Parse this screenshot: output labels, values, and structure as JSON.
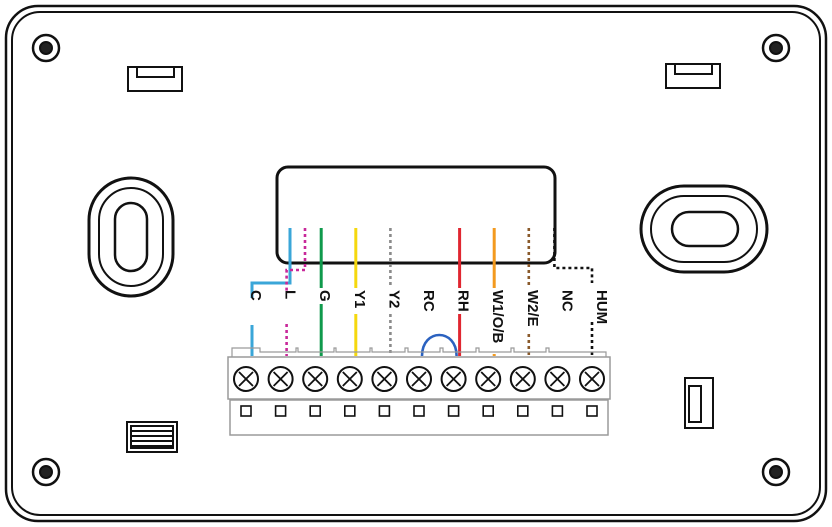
{
  "terminals": [
    {
      "key": "c",
      "label": "C",
      "wire_color": "#3aa6d8",
      "wire_style": "solid"
    },
    {
      "key": "l",
      "label": "L",
      "wire_color": "#c8289a",
      "wire_style": "dotted"
    },
    {
      "key": "g",
      "label": "G",
      "wire_color": "#0f9a4c",
      "wire_style": "solid"
    },
    {
      "key": "y1",
      "label": "Y1",
      "wire_color": "#f5d80e",
      "wire_style": "solid"
    },
    {
      "key": "y2",
      "label": "Y2",
      "wire_color": "#8a8a8a",
      "wire_style": "dotted"
    },
    {
      "key": "rc",
      "label": "RC",
      "wire_color": "#2b62c0",
      "wire_style": "jumper"
    },
    {
      "key": "rh",
      "label": "RH",
      "wire_color": "#e02630",
      "wire_style": "solid"
    },
    {
      "key": "w1",
      "label": "W1/O/B",
      "wire_color": "#f39a1f",
      "wire_style": "solid"
    },
    {
      "key": "w2",
      "label": "W2/E",
      "wire_color": "#8a5a2b",
      "wire_style": "dotted"
    },
    {
      "key": "nc",
      "label": "NC",
      "wire_color": "#111111",
      "wire_style": "none"
    },
    {
      "key": "hum",
      "label": "HUM",
      "wire_color": "#111111",
      "wire_style": "dotted"
    }
  ],
  "colors": {
    "outline": "#111111",
    "background": "#ffffff",
    "block_lines": "#9a9a9a",
    "jumper": "#2b62c0"
  },
  "icons": {
    "mounting_hole": "screw-hole-icon",
    "terminal_screw": "x-circle-icon",
    "clip": "snap-clip-icon"
  }
}
